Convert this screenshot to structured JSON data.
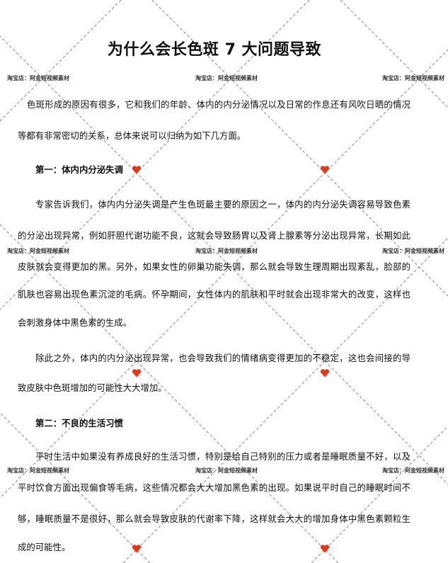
{
  "title": "为什么会长色斑 7 大问题导致",
  "watermark": {
    "text": "淘宝店：阿金短视频素材",
    "heart_color": "#e03a1e",
    "line_color": "#888888"
  },
  "paragraphs": [
    {
      "lines": [
        "色斑形成的原因有很多，它和我们的年龄、体内的内分泌情况以及日常的作息还有风吹日晒的情况",
        "等都有非常密切的关系，总体来说可以归纳为如下几方面。"
      ]
    },
    {
      "heading": "第一：体内内分泌失调"
    },
    {
      "lines": [
        "专家告诉我们，体内内分泌失调是产生色斑最主要的原因之一，体内的内分泌失调容易导致色素",
        "的分泌出现异常，例如肝胆代谢功能不良，这就会导致肠胃以及肾上腺素等分泌出现异常，长期如此",
        "皮肤就会变得更加的黑。另外，如果女性的卵巢功能失调，那么就会导致生理周期出现紊乱，脸部的",
        "肌肤也容易出现色素沉淀的毛病。怀孕期间，女性体内的肌肤和平时就会出现非常大的改变，这样也",
        "会刺激身体中黑色素的生成。"
      ]
    },
    {
      "lines": [
        "除此之外，体内的内分泌出现异常，也会导致我们的情绪病变得更加的不稳定，这也会间接的导",
        "致皮肤中色斑增加的可能性大大增加。"
      ]
    },
    {
      "heading": "第二：不良的生活习惯"
    },
    {
      "lines": [
        "平时生活中如果没有养成良好的生活习惯，特别是给自己特别的压力或者是睡眠质量不好，以及",
        "平时饮食方面出现偏食等毛病，这些情况都会大大增加黑色素的出现。如果说平时自己的睡眠时间不",
        "够，睡眠质量不是很好，那么就会导致皮肤的代谢率下降，这样就会大大的增加身体中黑色素颗粒生",
        "成的可能性。"
      ]
    }
  ]
}
